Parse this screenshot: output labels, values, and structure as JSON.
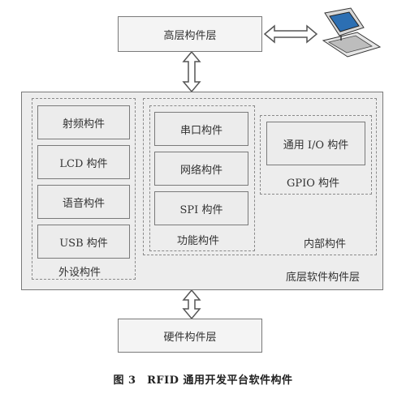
{
  "diagram": {
    "top_layer": "高层构件层",
    "bottom_software_layer": "底层软件构件层",
    "hardware_layer": "硬件构件层",
    "peripheral_group": {
      "title": "外设构件",
      "items": [
        "射频构件",
        "LCD 构件",
        "语音构件",
        "USB 构件"
      ]
    },
    "function_group": {
      "title": "功能构件",
      "items": [
        "串口构件",
        "网络构件",
        "SPI 构件"
      ]
    },
    "gpio_group": {
      "title": "GPIO 构件",
      "items": [
        "通用 I/O 构件"
      ]
    },
    "internal_group": {
      "title": "内部构件"
    },
    "caption": "图 3　RFID 通用开发平台软件构件"
  }
}
